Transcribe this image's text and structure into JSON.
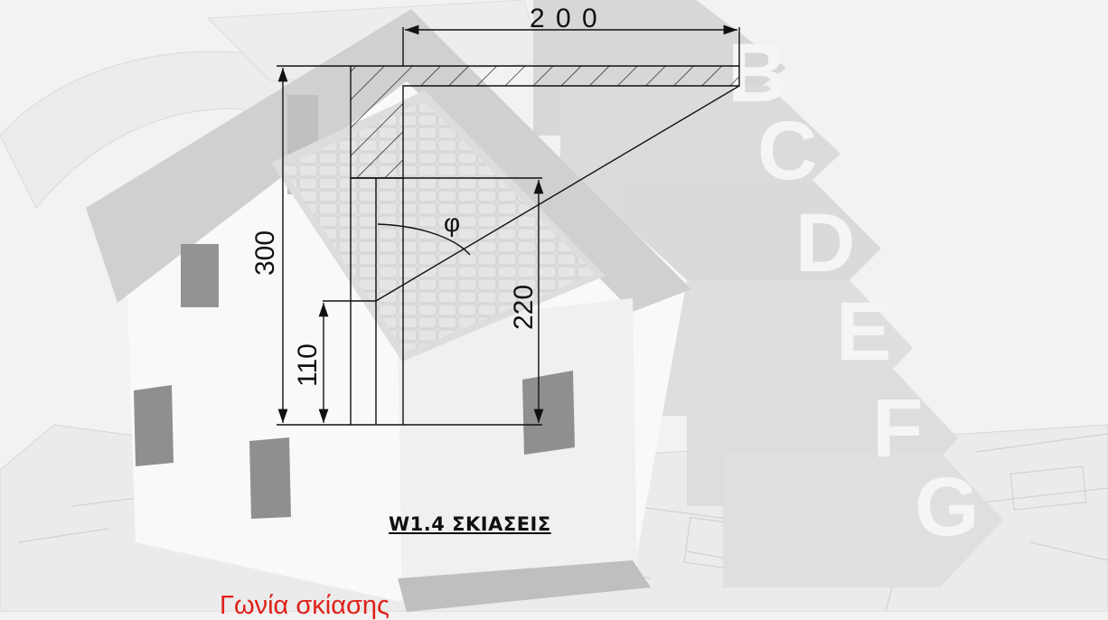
{
  "drawing": {
    "dimensions": {
      "width_top": "2 0 0",
      "height_total": "300",
      "height_window": "220",
      "height_sill": "110"
    },
    "angle_symbol": "φ",
    "energy_classes": [
      "B",
      "C",
      "D",
      "E",
      "F",
      "G"
    ],
    "colors": {
      "line": "#111111",
      "caption": "#e0201a",
      "background": "#f2f2f2"
    }
  },
  "section_heading": "W1.4 ΣΚΙΑΣΕΙΣ",
  "caption": "Γωνία σκίασης"
}
